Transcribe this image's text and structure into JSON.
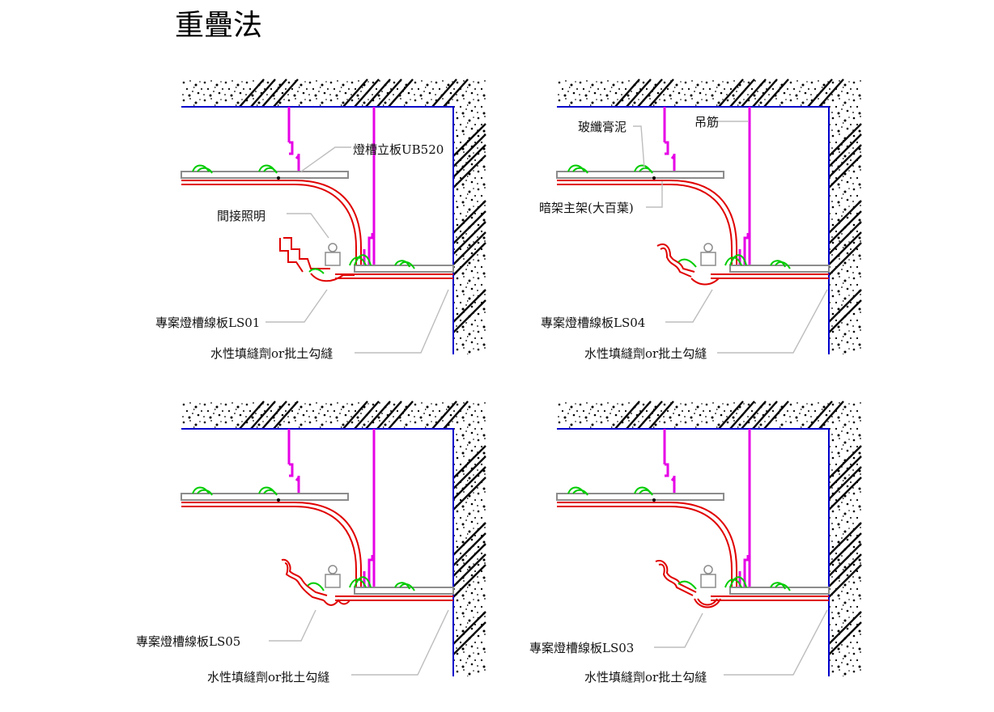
{
  "title": "重疊法",
  "panels": [
    {
      "id": "top-left",
      "labels": {
        "standing_board": "燈槽立板UB520",
        "indirect_lighting": "間接照明",
        "lamp_trough_board": "專案燈槽線板LS01",
        "filler": "水性填縫劑or批土勾縫"
      }
    },
    {
      "id": "top-right",
      "labels": {
        "plaster": "玻纖膏泥",
        "hanger": "吊筋",
        "main_frame": "暗架主架(大百葉)",
        "lamp_trough_board": "專案燈槽線板LS04",
        "filler": "水性填縫劑or批土勾縫"
      }
    },
    {
      "id": "bottom-left",
      "labels": {
        "lamp_trough_board": "專案燈槽線板LS05",
        "filler": "水性填縫劑or批土勾縫"
      }
    },
    {
      "id": "bottom-right",
      "labels": {
        "lamp_trough_board": "專案燈槽線板LS03",
        "filler": "水性填縫劑or批土勾縫"
      }
    }
  ],
  "colors": {
    "hanger": "#e600e6",
    "board_red": "#e00000",
    "board_gray": "#8c8c8c",
    "plaster_green": "#00cc00",
    "wall_line": "#0000cc",
    "concrete": "#000000",
    "leader": "#bdbdbd"
  }
}
